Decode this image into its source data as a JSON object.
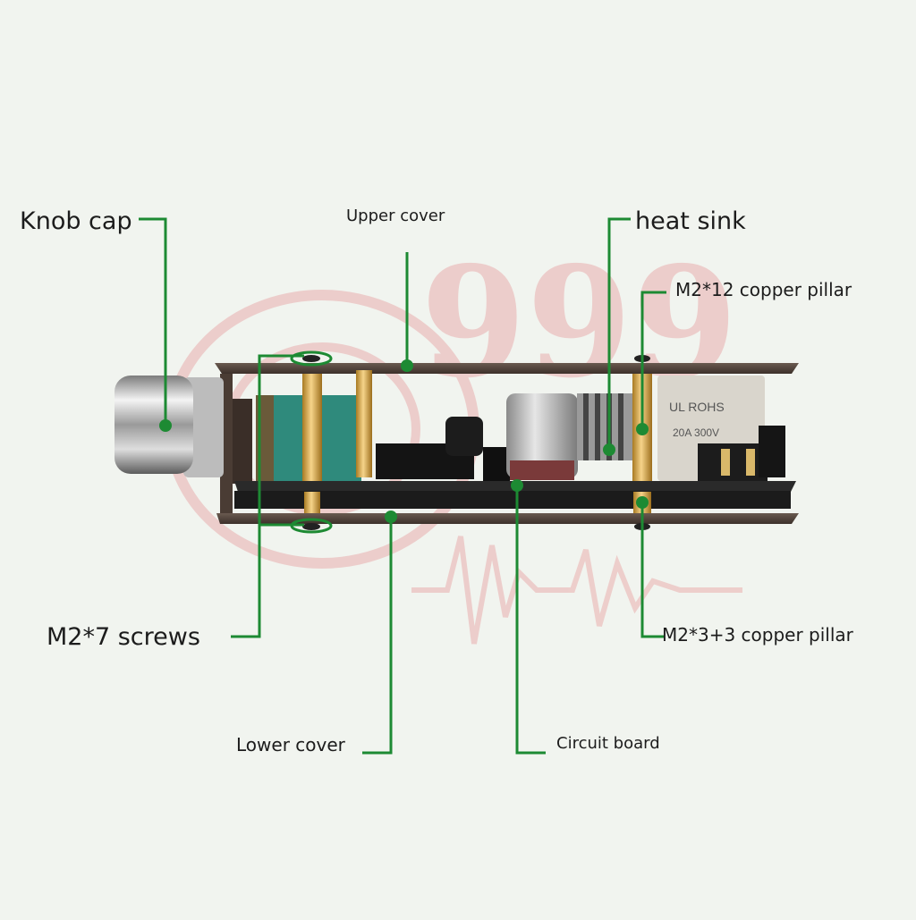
{
  "colors": {
    "background": "#f1f4ef",
    "leader_line": "#1d8a33",
    "watermark": "#e8a0a0",
    "acrylic_plate": "#5a4a40",
    "circuit_board": "#1f1f1f",
    "copper_pillar": "#d9a84a",
    "capacitor_body": "#b9b9b9",
    "pot_body": "#2f8a7c"
  },
  "watermark": {
    "text": "999"
  },
  "callouts": {
    "knob_cap": "Knob cap",
    "upper_cover": "Upper cover",
    "heat_sink": "heat sink",
    "m2x12_pillar": "M2*12 copper pillar",
    "m2x7_screws": "M2*7 screws",
    "m2x3_3_pillar": "M2*3+3 copper pillar",
    "lower_cover": "Lower cover",
    "circuit_board": "Circuit board"
  },
  "component_print": {
    "relay_line1": "UL ROHS",
    "relay_line2": "20A 300V"
  },
  "icons": [
    "leader-dot",
    "pillar-marker-ring"
  ]
}
